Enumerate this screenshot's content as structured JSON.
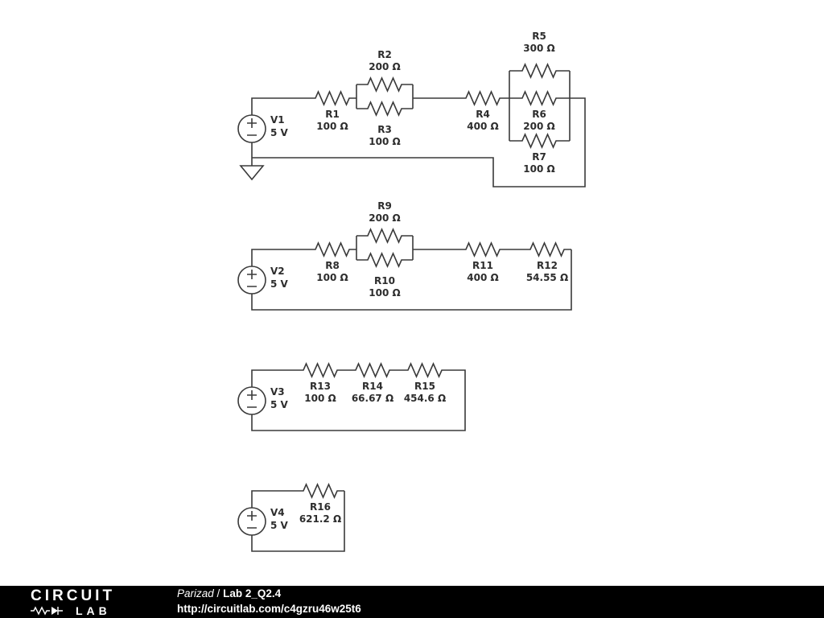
{
  "colors": {
    "wire": "#3a3a3a",
    "label_text": "#2d2d2d",
    "footer_bg": "#000000",
    "footer_text": "#ffffff",
    "canvas_bg": "#ffffff"
  },
  "circuits": [
    {
      "id": "circuit-1",
      "source": {
        "name": "V1",
        "value": "5 V"
      },
      "resistors": [
        {
          "name": "R1",
          "value": "100 Ω"
        },
        {
          "name": "R2",
          "value": "200 Ω"
        },
        {
          "name": "R3",
          "value": "100 Ω"
        },
        {
          "name": "R4",
          "value": "400 Ω"
        },
        {
          "name": "R5",
          "value": "300 Ω"
        },
        {
          "name": "R6",
          "value": "200 Ω"
        },
        {
          "name": "R7",
          "value": "100 Ω"
        }
      ]
    },
    {
      "id": "circuit-2",
      "source": {
        "name": "V2",
        "value": "5 V"
      },
      "resistors": [
        {
          "name": "R8",
          "value": "100 Ω"
        },
        {
          "name": "R9",
          "value": "200 Ω"
        },
        {
          "name": "R10",
          "value": "100 Ω"
        },
        {
          "name": "R11",
          "value": "400 Ω"
        },
        {
          "name": "R12",
          "value": "54.55 Ω"
        }
      ]
    },
    {
      "id": "circuit-3",
      "source": {
        "name": "V3",
        "value": "5 V"
      },
      "resistors": [
        {
          "name": "R13",
          "value": "100 Ω"
        },
        {
          "name": "R14",
          "value": "66.67 Ω"
        },
        {
          "name": "R15",
          "value": "454.6 Ω"
        }
      ]
    },
    {
      "id": "circuit-4",
      "source": {
        "name": "V4",
        "value": "5 V"
      },
      "resistors": [
        {
          "name": "R16",
          "value": "621.2 Ω"
        }
      ]
    }
  ],
  "footer": {
    "logo_top": "CIRCUIT",
    "logo_bottom": "LAB",
    "author": "Parizad",
    "separator": "/",
    "title": "Lab 2_Q2.4",
    "url": "http://circuitlab.com/c4gzru46w25t6"
  }
}
